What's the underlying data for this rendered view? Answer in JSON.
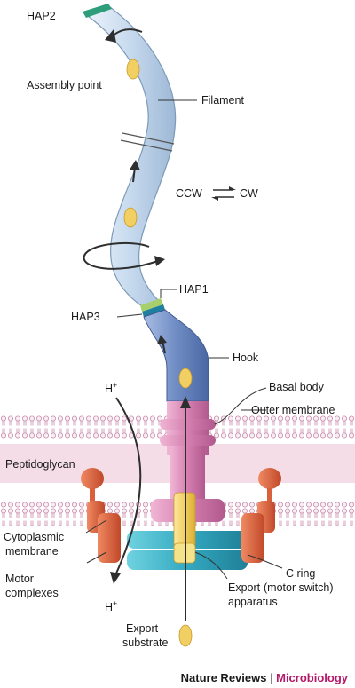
{
  "labels": {
    "hap2": "HAP2",
    "assembly_point": "Assembly point",
    "filament": "Filament",
    "ccw": "CCW",
    "cw": "CW",
    "hap1": "HAP1",
    "hap3": "HAP3",
    "hook": "Hook",
    "h_plus_top": "H",
    "h_plus_bottom": "H",
    "plus_sign": "+",
    "basal_body": "Basal body",
    "outer_membrane": "Outer membrane",
    "peptidoglycan": "Peptidoglycan",
    "cytoplasmic_membrane_line1": "Cytoplasmic",
    "cytoplasmic_membrane_line2": "membrane",
    "motor_complexes_line1": "Motor",
    "motor_complexes_line2": "complexes",
    "c_ring_line1": "C ring",
    "c_ring_line2": "(motor switch)",
    "export_apparatus_line1": "Export",
    "export_apparatus_line2": "apparatus",
    "export_substrate_line1": "Export",
    "export_substrate_line2": "substrate"
  },
  "credit": {
    "publisher": "Nature Reviews",
    "separator": "|",
    "journal": "Microbiology"
  },
  "colors": {
    "filament": "#c9dcef",
    "filament_edge": "#7d9ab8",
    "hook": "#6f8cc4",
    "basal_body": "#d98ab8",
    "c_ring": "#3aa8be",
    "motor": "#d9603a",
    "export_apparatus": "#f2cf63",
    "substrate": "#f2cf63",
    "hap_caps": "#2d9d7a",
    "membrane_band": "#e8bfd2",
    "peptidoglycan_band": "#f3dbe6",
    "accent_journal": "#b5186a"
  }
}
